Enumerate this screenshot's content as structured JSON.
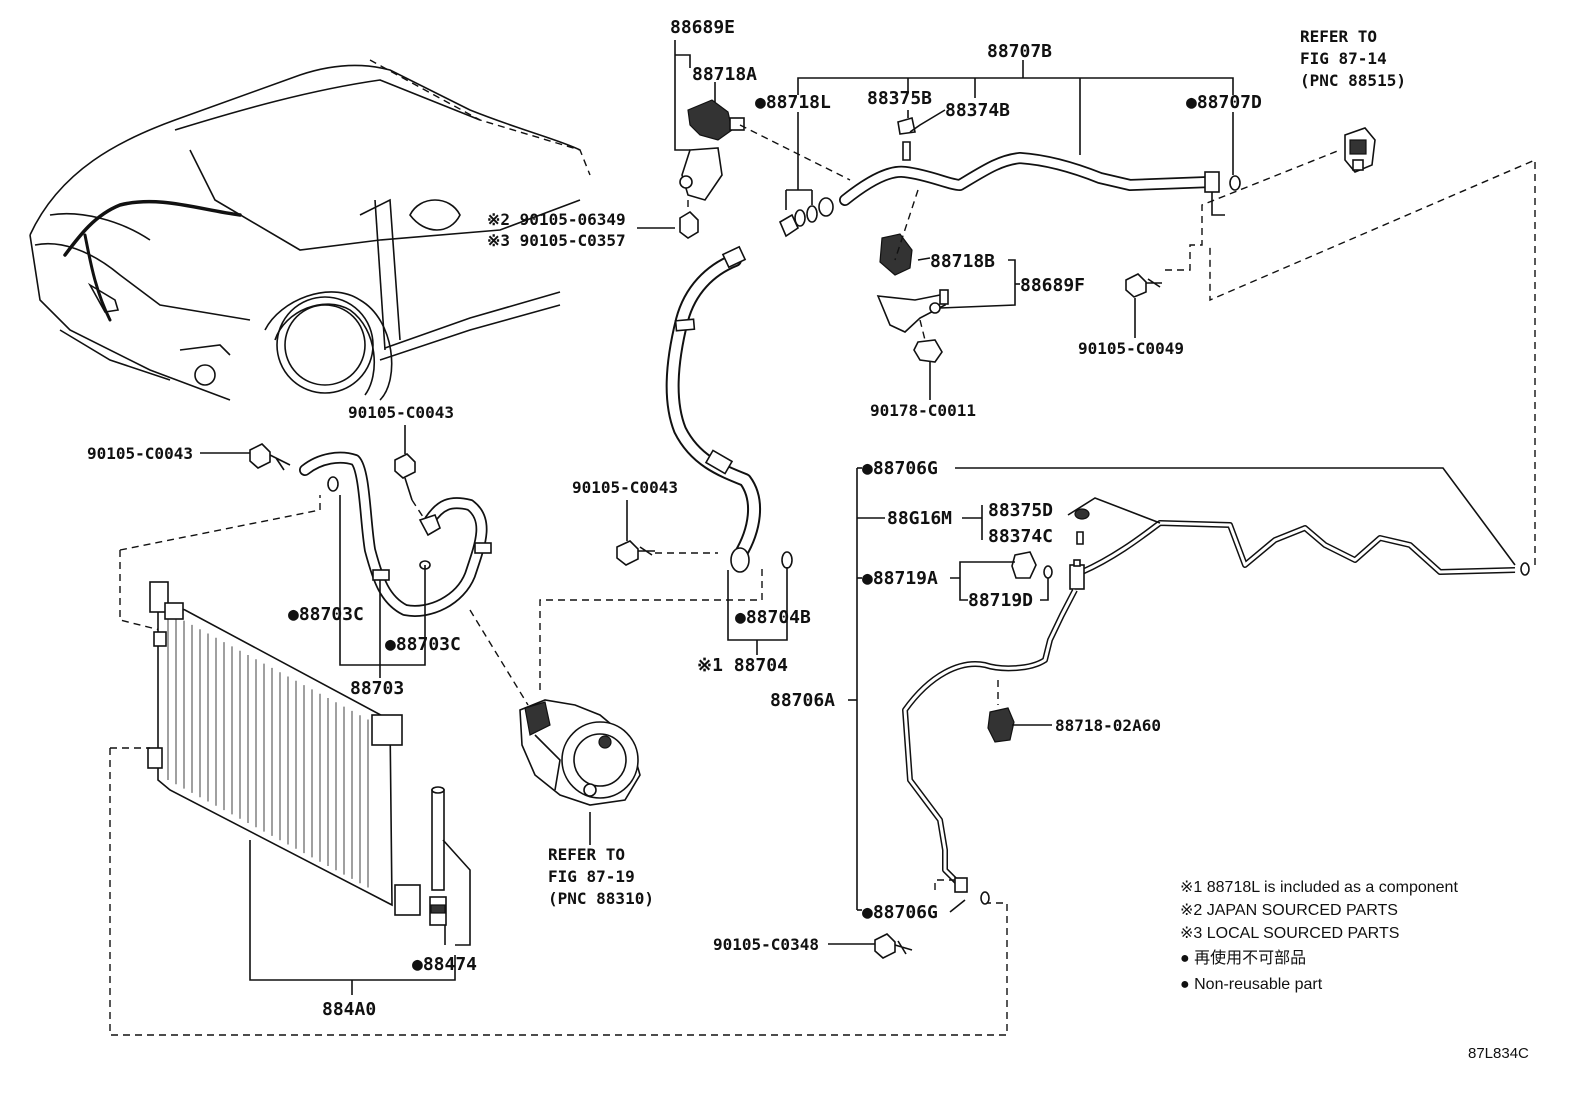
{
  "figure_code": "87L834C",
  "refs": {
    "fig_87_14": [
      "REFER TO",
      "FIG 87-14",
      "(PNC 88515)"
    ],
    "fig_87_19": [
      "REFER TO",
      "FIG 87-19",
      "(PNC 88310)"
    ]
  },
  "labels": {
    "p88689E": "88689E",
    "p88718A": "88718A",
    "p88718L": "●88718L",
    "p88375B": "88375B",
    "p88374B": "88374B",
    "p88707B": "88707B",
    "p88707D": "●88707D",
    "p90105_06349": "※2 90105-06349",
    "p90105_C0357": "※3 90105-C0357",
    "p88718B": "88718B",
    "p88689F": "88689F",
    "p90105_C0049": "90105-C0049",
    "p90178_C0011": "90178-C0011",
    "p90105_C0043_a": "90105-C0043",
    "p90105_C0043_b": "90105-C0043",
    "p90105_C0043_c": "90105-C0043",
    "p88703C_a": "●88703C",
    "p88703C_b": "●88703C",
    "p88703": "88703",
    "p88704B": "●88704B",
    "p88704": "※1 88704",
    "p88706G_a": "●88706G",
    "p88G16M": "88G16M",
    "p88375D": "88375D",
    "p88374C": "88374C",
    "p88719A": "●88719A",
    "p88719D": "88719D",
    "p88706A": "88706A",
    "p88718_02A60": "88718-02A60",
    "p88706G_b": "●88706G",
    "p90105_C0348": "90105-C0348",
    "p88474": "●88474",
    "p884A0": "884A0"
  },
  "notes": [
    "※1 88718L  is included as a component",
    "※2 JAPAN SOURCED PARTS",
    "※3 LOCAL SOURCED PARTS",
    "● 再使用不可部品",
    "● Non-reusable part"
  ]
}
